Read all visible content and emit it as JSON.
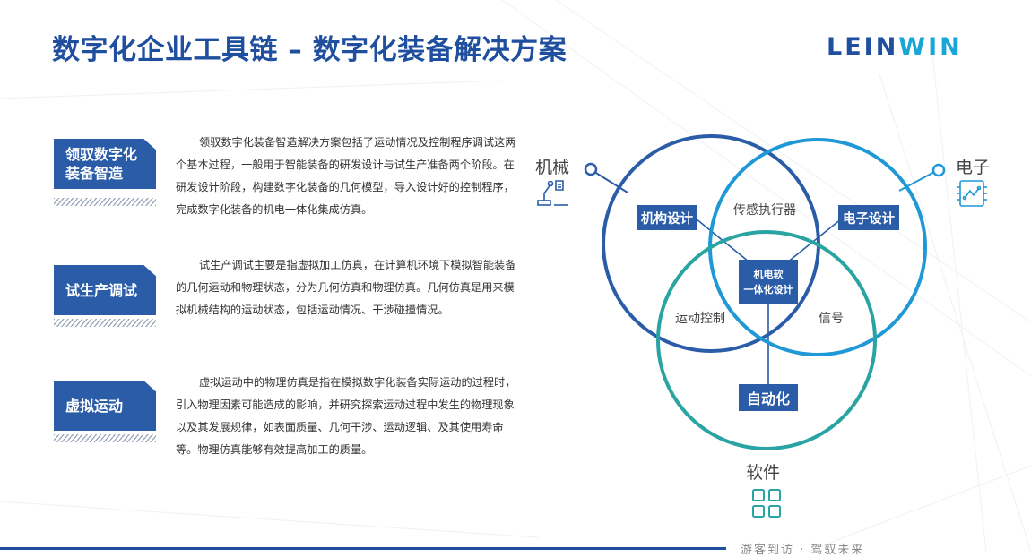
{
  "header": {
    "title": "数字化企业工具链 – 数字化装备解决方案",
    "logo_part1": "LEIN",
    "logo_part2": "WIN"
  },
  "sections": [
    {
      "badge_line1": "领驭数字化",
      "badge_line2": "装备智造",
      "text": "领驭数字化装备智造解决方案包括了运动情况及控制程序调试这两个基本过程，一般用于智能装备的研发设计与试生产准备两个阶段。在研发设计阶段，构建数字化装备的几何模型，导入设计好的控制程序，完成数字化装备的机电一体化集成仿真。"
    },
    {
      "badge_line1": "试生产调试",
      "badge_line2": "",
      "text": "试生产调试主要是指虚拟加工仿真，在计算机环境下模拟智能装备的几何运动和物理状态，分为几何仿真和物理仿真。几何仿真是用来模拟机械结构的运动状态，包括运动情况、干涉碰撞情况。"
    },
    {
      "badge_line1": "虚拟运动",
      "badge_line2": "",
      "text": "虚拟运动中的物理仿真是指在模拟数字化装备实际运动的过程时，引入物理因素可能造成的影响，并研究探索运动过程中发生的物理现象以及其发展规律，如表面质量、几何干涉、运动逻辑、及其使用寿命等。物理仿真能够有效提高加工的质量。"
    }
  ],
  "diagram": {
    "corner_mech": "机械",
    "corner_elec": "电子",
    "corner_soft": "软件",
    "box_mech_design": "机构设计",
    "box_elec_design": "电子设计",
    "box_center_line1": "机电软",
    "box_center_line2": "一体化设计",
    "box_automation": "自动化",
    "label_sensor": "传感执行器",
    "label_motion": "运动控制",
    "label_signal": "信号",
    "colors": {
      "mech_circle": "#2a5ca8",
      "elec_circle": "#1f98d6",
      "soft_circle": "#2aa3a3",
      "box": "#2a5ca8"
    }
  },
  "footer": {
    "text": "游客到访 · 驾驭未来"
  }
}
